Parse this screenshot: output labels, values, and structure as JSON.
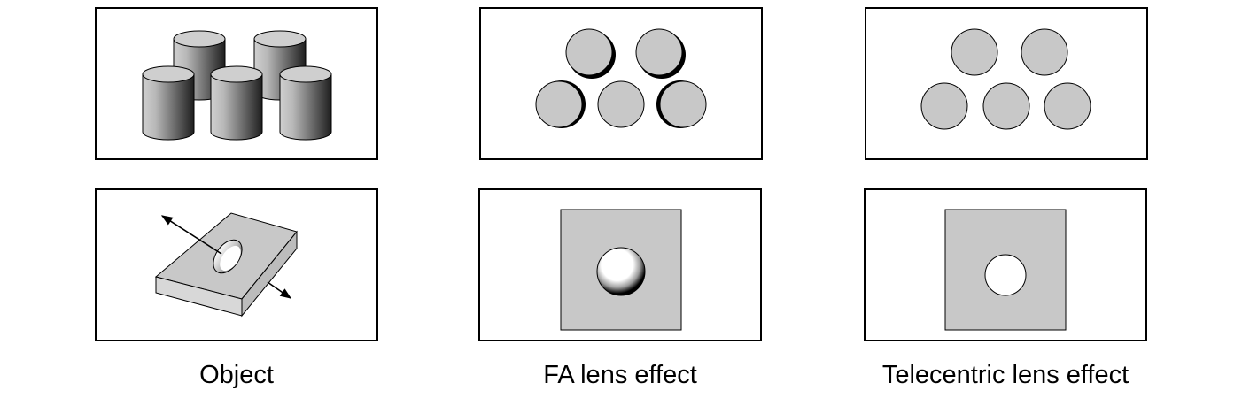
{
  "captions": {
    "object": "Object",
    "fa": "FA lens effect",
    "telecentric": "Telecentric lens effect"
  },
  "colors": {
    "frame_stroke": "#000000",
    "surface_gray": "#c8c8c8",
    "hole_white": "#ffffff",
    "background": "#ffffff"
  },
  "icons": {
    "cylinders": "cylinder-group-icon",
    "plate": "plate-with-hole-icon",
    "arrows": "double-arrow-icon"
  }
}
